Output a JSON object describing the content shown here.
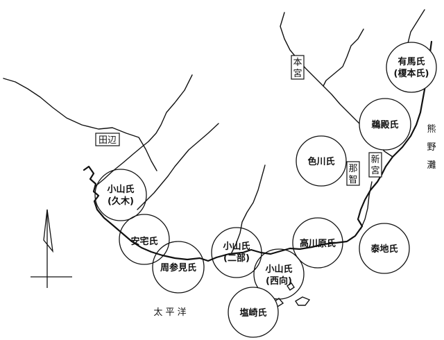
{
  "places": {
    "tanabe": "田辺",
    "hongu": [
      "本",
      "宮"
    ],
    "shingu": [
      "新",
      "宮"
    ],
    "nachi": [
      "那",
      "智"
    ],
    "kumanonada": [
      "熊",
      "野",
      "灘"
    ],
    "taiheiyo": "太 平 洋"
  },
  "clans": {
    "arima": [
      "有馬氏",
      "(榎本氏)"
    ],
    "udono": "鵜殿氏",
    "irokawa": "色川氏",
    "koyama_kuki": [
      "小山氏",
      "(久木)"
    ],
    "yasuke": "安宅氏",
    "susami": "周参見氏",
    "koyama_nibu": [
      "小山氏",
      "(二部)"
    ],
    "koyama_nishimuki": [
      "小山氏",
      "(西向)"
    ],
    "takagawara": "高川原氏",
    "taichi": "泰地氏",
    "shiozaki": "塩崎氏"
  }
}
